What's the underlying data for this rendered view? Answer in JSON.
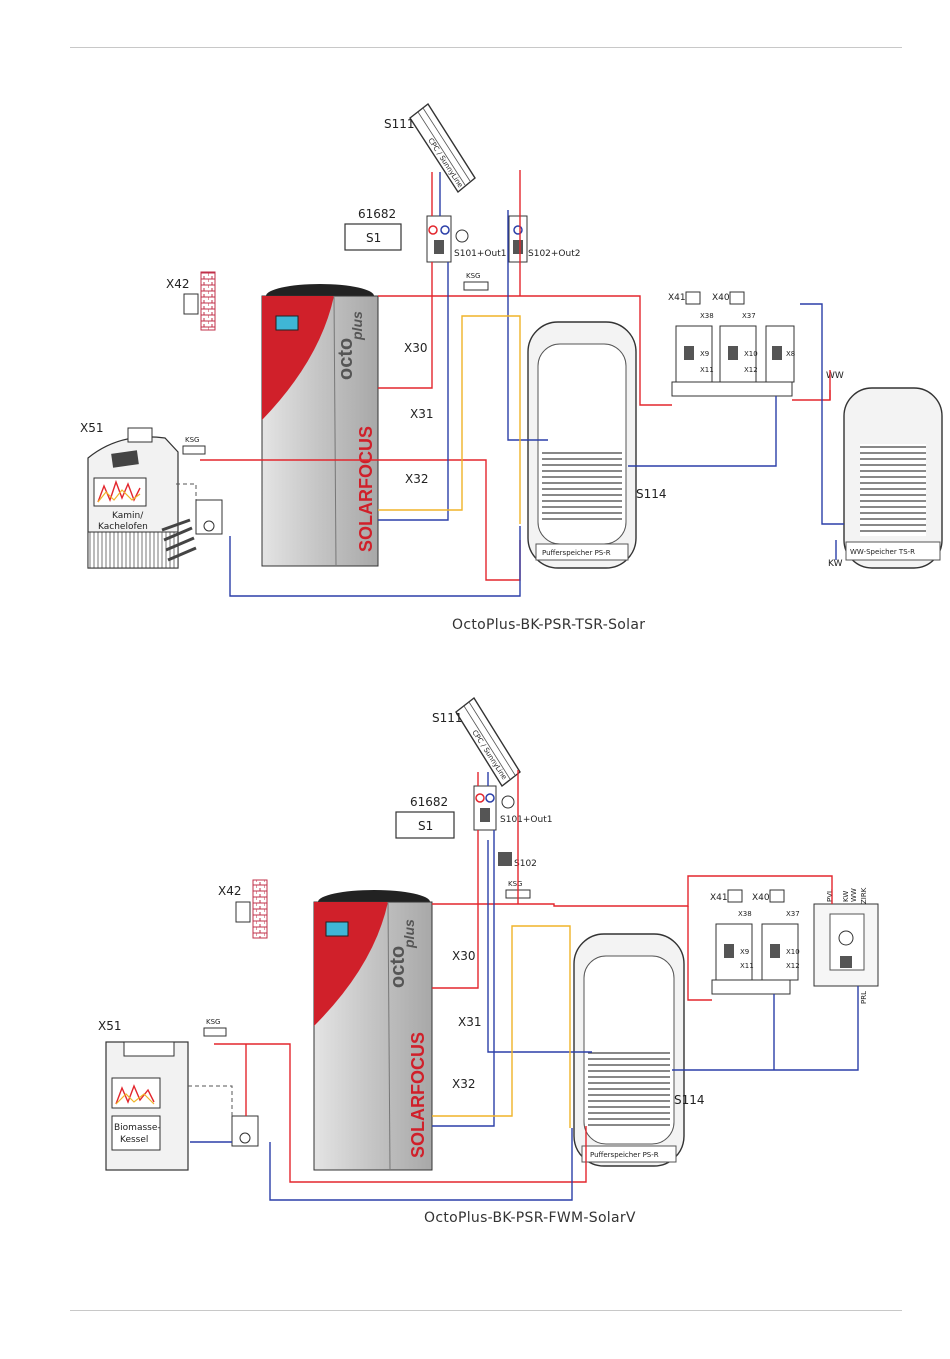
{
  "colors": {
    "hot": "#e3262d",
    "cold": "#2b3fa8",
    "solar": "#f0b429",
    "housing": "#cfcfcf",
    "brand_red": "#d0202a"
  },
  "diagram1": {
    "caption": "OctoPlus-BK-PSR-TSR-Solar",
    "collector": {
      "id": "S111",
      "text": "CPC / SunnyLine"
    },
    "controller": {
      "number": "61682",
      "label": "S1"
    },
    "stations": [
      "S101+Out1",
      "S102+Out2"
    ],
    "wall": "X42",
    "stove": {
      "id": "X51",
      "label_line1": "Kamin/",
      "label_line2": "Kachelofen"
    },
    "ksg": [
      "KSG",
      "KSG"
    ],
    "boiler": {
      "brand": "SOLARFOCUS",
      "model_a": "octo",
      "model_b": "plus",
      "ports": [
        "X30",
        "X31",
        "X32"
      ]
    },
    "buffer": {
      "sensor": "S114",
      "label": "Pufferspeicher PS-R"
    },
    "rooms": [
      "X41",
      "X40"
    ],
    "circuits": [
      "X38",
      "X37"
    ],
    "mixers": [
      "X9",
      "X11",
      "X10",
      "X12",
      "X8"
    ],
    "dhw": {
      "label": "WW-Speicher TS-R",
      "ww": "WW",
      "kw": "KW"
    }
  },
  "diagram2": {
    "caption": "OctoPlus-BK-PSR-FWM-SolarV",
    "collector": {
      "id": "S111",
      "text": "CPC / SunnyLine"
    },
    "controller": {
      "number": "61682",
      "label": "S1"
    },
    "stations": [
      "S101+Out1",
      "S102"
    ],
    "wall": "X42",
    "stove": {
      "id": "X51",
      "label_line1": "Biomasse-",
      "label_line2": "Kessel"
    },
    "ksg": [
      "KSG",
      "KSG"
    ],
    "boiler": {
      "brand": "SOLARFOCUS",
      "model_a": "octo",
      "model_b": "plus",
      "ports": [
        "X30",
        "X31",
        "X32"
      ]
    },
    "buffer": {
      "sensor": "S114",
      "label": "Pufferspeicher PS-R"
    },
    "rooms": [
      "X41",
      "X40"
    ],
    "circuits": [
      "X38",
      "X37"
    ],
    "mixers": [
      "X9",
      "X11",
      "X10",
      "X12"
    ],
    "fwm": {
      "pvl": "PVL",
      "kw": "KW",
      "ww": "WW",
      "zir": "ZIRK",
      "prl": "PRL"
    }
  }
}
